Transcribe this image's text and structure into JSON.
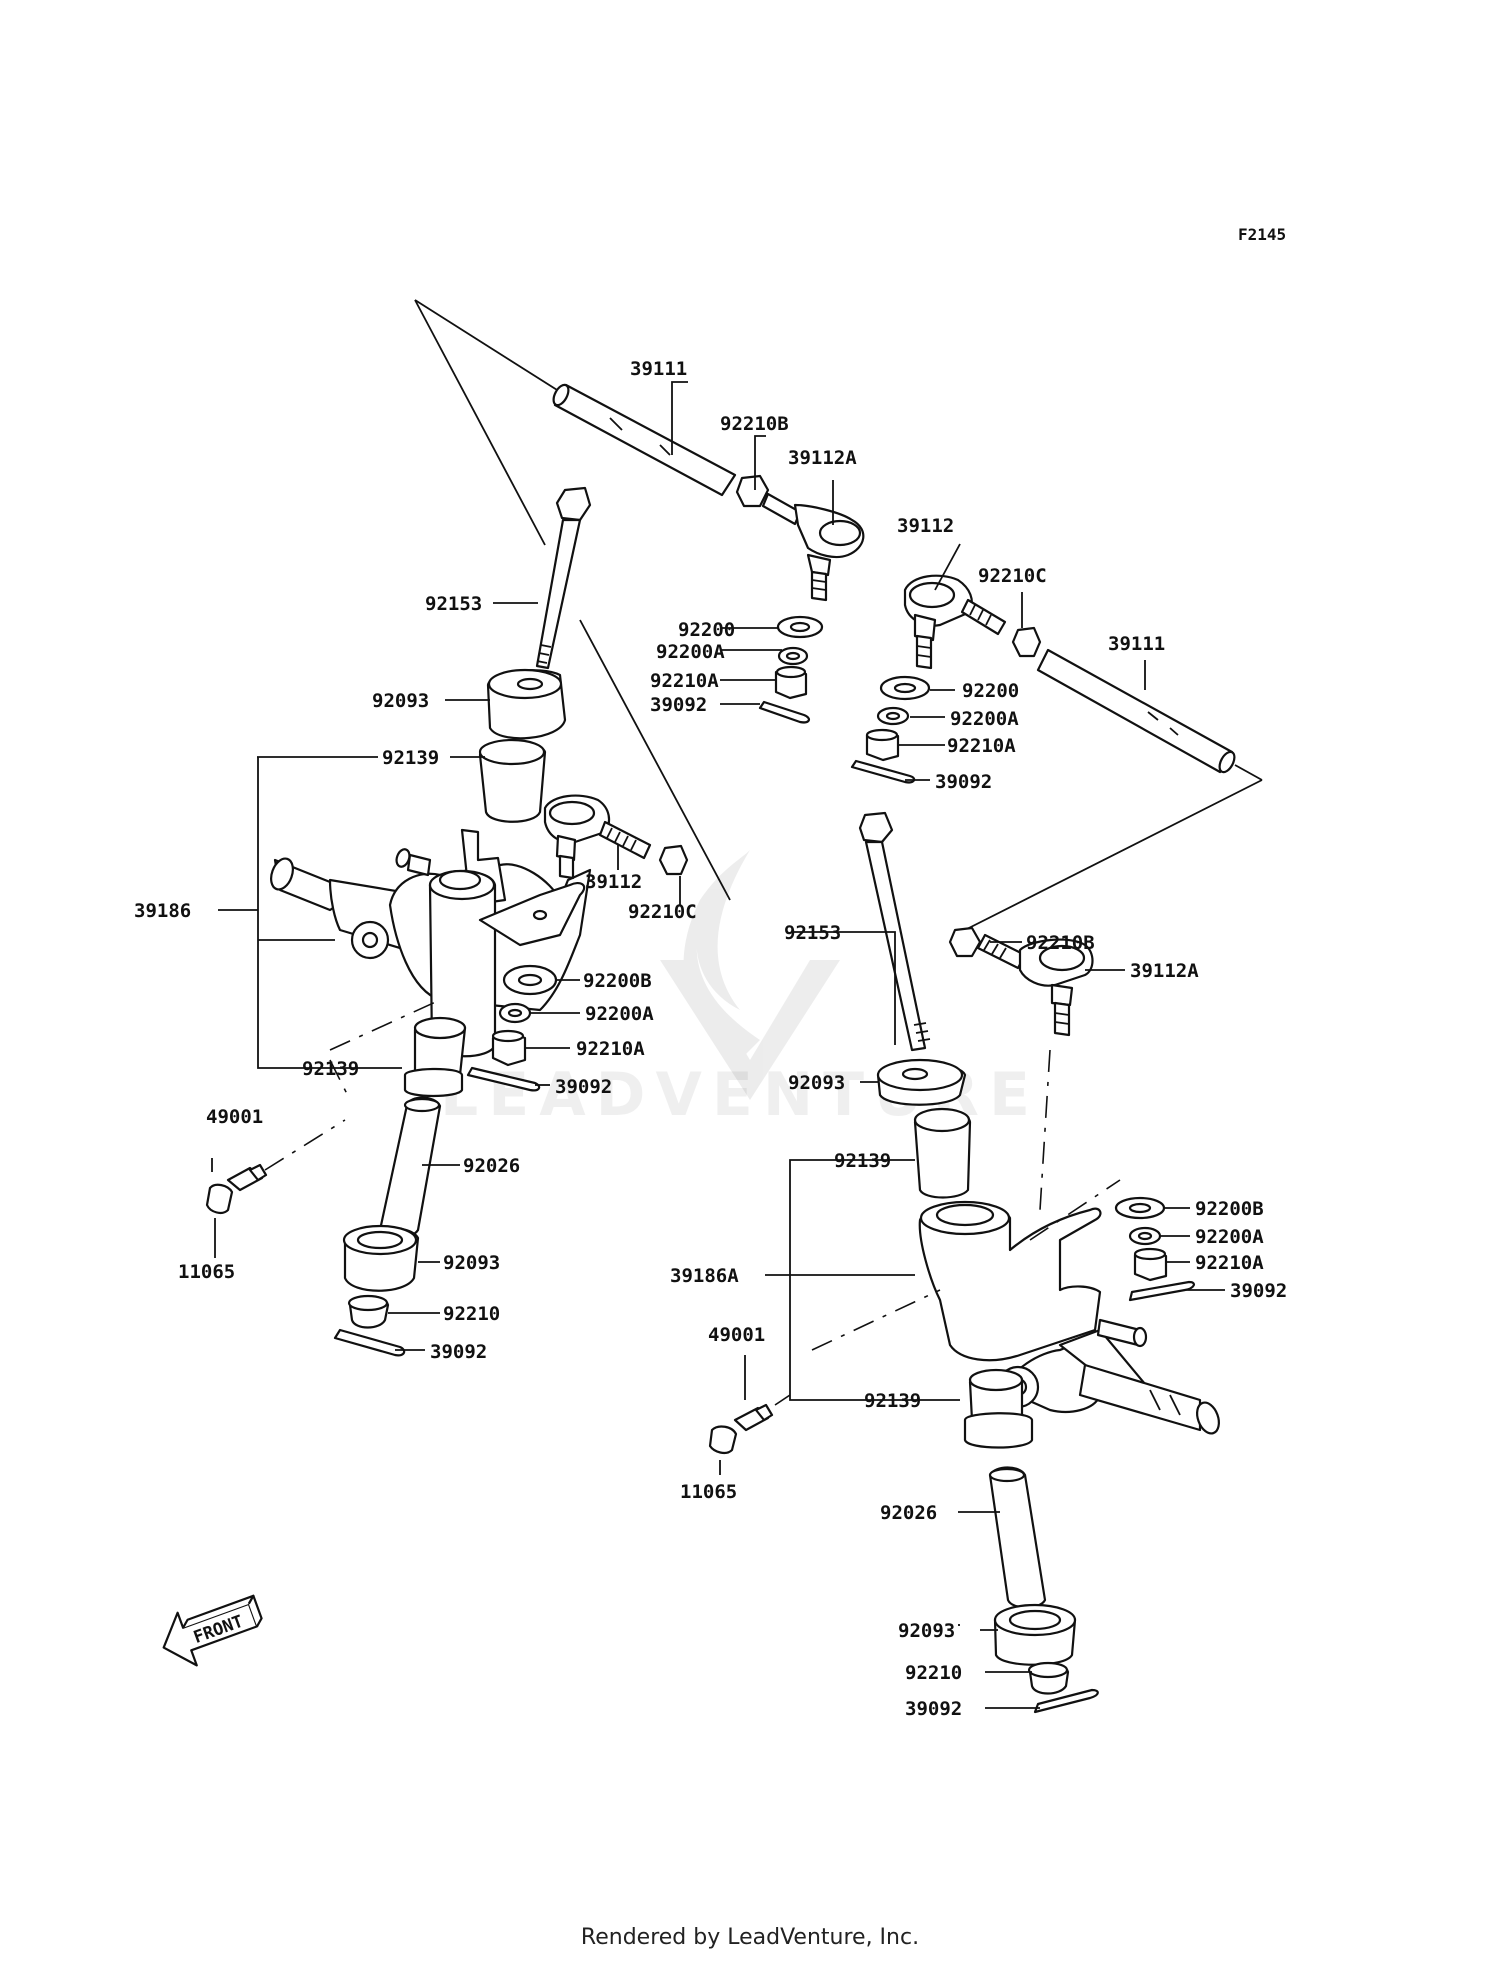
{
  "diagram_code": "F2145",
  "watermark": "LEADVENTURE",
  "footer": "Rendered by LeadVenture, Inc.",
  "front_label": "FRONT",
  "callouts": {
    "tie_rod_l": "39111",
    "locknut_b_l": "92210B",
    "tie_end_a_l": "39112A",
    "tie_end_r": "39112",
    "locknut_c_r": "92210C",
    "tie_rod_r": "39111",
    "bolt_l": "92153",
    "washer_top_l": "92200",
    "washer_a_top_l": "92200A",
    "nut_a_top_l": "92210A",
    "pin_top_l": "39092",
    "washer_top_r": "92200",
    "washer_a_top_r": "92200A",
    "nut_a_top_r": "92210A",
    "pin_top_r": "39092",
    "seal_top_l": "92093",
    "bush_top_l": "92139",
    "tie_end_mid": "39112",
    "locknut_c_mid": "92210C",
    "knuckle_l": "39186",
    "washer_b_l": "92200B",
    "washer_a_l": "92200A",
    "nut_a_l": "92210A",
    "pin_l": "39092",
    "bush_bot_l": "92139",
    "fitting_l": "49001",
    "collar_l": "92026",
    "cap_l": "11065",
    "seal_bot_l": "92093",
    "nut_bot_l": "92210",
    "pin_bot_l": "39092",
    "bolt_r": "92153",
    "locknut_b_r": "92210B",
    "tie_end_a_r": "39112A",
    "seal_top_r": "92093",
    "bush_top_r": "92139",
    "washer_b_r": "92200B",
    "washer_a_r": "92200A",
    "nut_a_r": "92210A",
    "pin_r": "39092",
    "knuckle_r": "39186A",
    "fitting_r": "49001",
    "bush_bot_r": "92139",
    "cap_r": "11065",
    "collar_r": "92026",
    "seal_bot_r": "92093",
    "nut_bot_r": "92210",
    "pin_bot_r": "39092"
  }
}
